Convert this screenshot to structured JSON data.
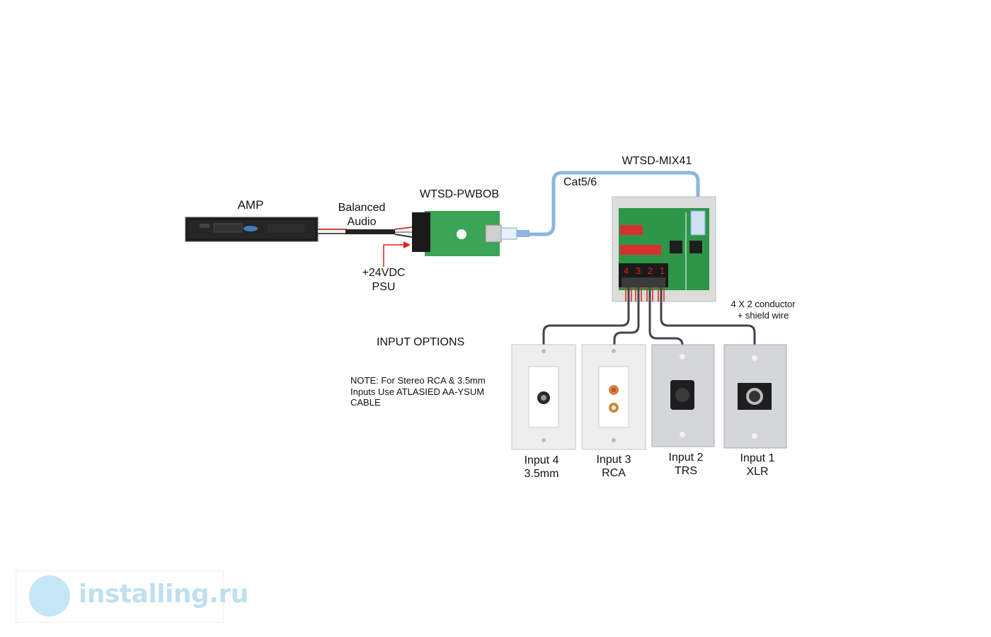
{
  "labels": {
    "amp": "AMP",
    "balanced_audio": [
      "Balanced",
      "Audio"
    ],
    "pwbob": "WTSD-PWBOB",
    "psu": [
      "+24VDC",
      "PSU"
    ],
    "mix41": "WTSD-MIX41",
    "cat": "Cat5/6",
    "conductor": [
      "4 X 2 conductor",
      "+ shield wire"
    ],
    "input_options": "INPUT OPTIONS",
    "note": "NOTE: For Stereo RCA & 3.5mm Inputs Use ATLASIED AA-YSUM CABLE"
  },
  "inputs": [
    {
      "line1": "Input 4",
      "line2": "3.5mm"
    },
    {
      "line1": "Input 3",
      "line2": "RCA"
    },
    {
      "line1": "Input 2",
      "line2": "TRS"
    },
    {
      "line1": "Input 1",
      "line2": "XLR"
    }
  ],
  "terminal_numbers": [
    "4",
    "3",
    "2",
    "1"
  ],
  "watermark": "installing.ru",
  "colors": {
    "cat_cable": "#8fb4e0",
    "board_green": "#2f9a4a",
    "psu_arrow": "#e02020",
    "wire": "#444444"
  }
}
